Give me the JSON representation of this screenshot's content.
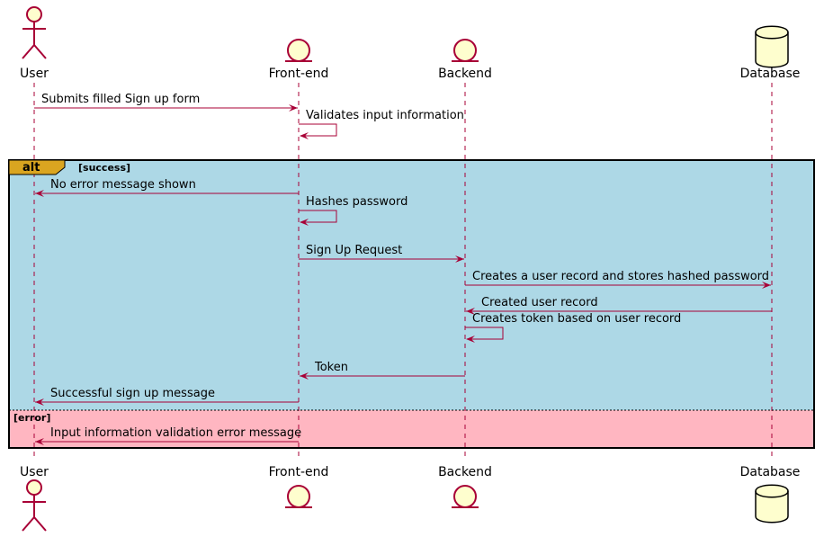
{
  "colors": {
    "participant_fill": "#FEFECE",
    "participant_stroke": "#A80036",
    "arrow": "#A80036",
    "lifeline": "#A80036",
    "alt_tab": "#DAA520",
    "success_bg": "#ADD8E6",
    "error_bg": "#FFB6C1",
    "frame": "#000000"
  },
  "participants": [
    {
      "id": "user",
      "label": "User",
      "kind": "actor"
    },
    {
      "id": "frontend",
      "label": "Front-end",
      "kind": "entity"
    },
    {
      "id": "backend",
      "label": "Backend",
      "kind": "entity"
    },
    {
      "id": "database",
      "label": "Database",
      "kind": "database"
    }
  ],
  "alt": {
    "label": "alt",
    "success_guard": "[success]",
    "error_guard": "[error]"
  },
  "messages": [
    {
      "from": "user",
      "to": "frontend",
      "text": "Submits filled Sign up form"
    },
    {
      "from": "frontend",
      "to": "frontend",
      "text": "Validates input information"
    },
    {
      "from": "frontend",
      "to": "user",
      "text": "No error message shown"
    },
    {
      "from": "frontend",
      "to": "frontend",
      "text": "Hashes password"
    },
    {
      "from": "frontend",
      "to": "backend",
      "text": "Sign Up Request"
    },
    {
      "from": "backend",
      "to": "database",
      "text": "Creates a user record and stores hashed password"
    },
    {
      "from": "database",
      "to": "backend",
      "text": "Created user record"
    },
    {
      "from": "backend",
      "to": "backend",
      "text": "Creates token based on user record"
    },
    {
      "from": "backend",
      "to": "frontend",
      "text": "Token"
    },
    {
      "from": "frontend",
      "to": "user",
      "text": "Successful sign up message"
    },
    {
      "from": "frontend",
      "to": "user",
      "text": "Input information validation error message"
    }
  ]
}
